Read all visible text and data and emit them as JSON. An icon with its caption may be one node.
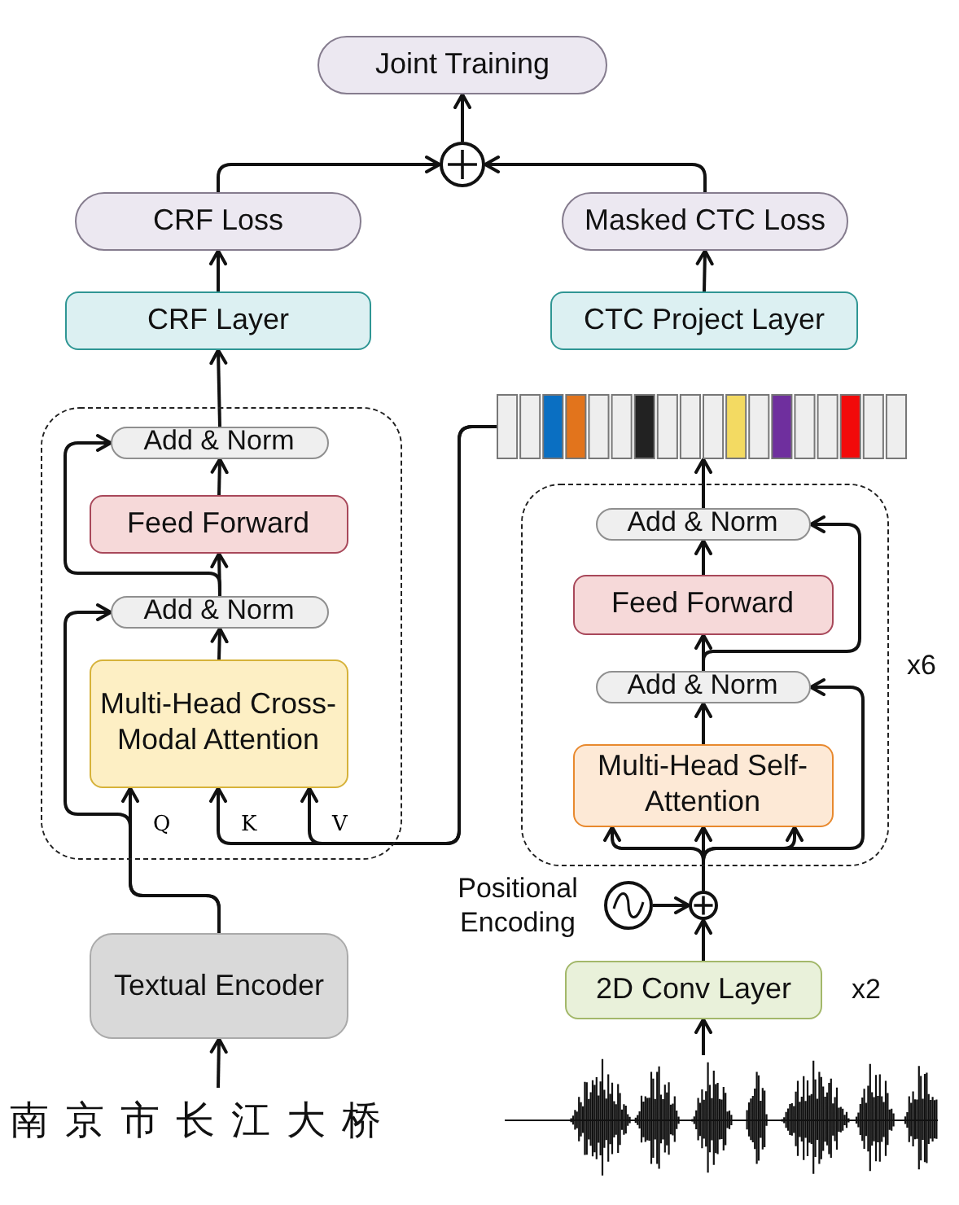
{
  "diagram": {
    "nodes": [
      {
        "text": [
          "Joint Training"
        ]
      },
      {
        "text": [],
        "shape": "circle"
      },
      {
        "text": [
          "CRF Loss"
        ]
      },
      {
        "text": [
          "Masked CTC Loss"
        ]
      },
      {
        "text": [
          "CRF Layer"
        ]
      },
      {
        "text": [
          "CTC Project Layer"
        ]
      },
      {
        "text": [],
        "shape": "box"
      },
      {
        "text": [
          "Add & Norm"
        ],
        "in": 6
      },
      {
        "text": [
          "Feed Forward"
        ],
        "in": 6
      },
      {
        "text": [
          "Add & Norm"
        ],
        "in": 6
      },
      {
        "text": [
          "Multi-Head Cross-Modal Attention"
        ],
        "in": 6
      },
      {
        "text": [],
        "shape": "bar"
      },
      {
        "text": [],
        "shape": "box",
        "beside": [
          "x6"
        ]
      },
      {
        "text": [
          "Add & Norm"
        ],
        "in": 12
      },
      {
        "text": [
          "Feed Forward"
        ],
        "in": 12
      },
      {
        "text": [
          "Add & Norm"
        ],
        "in": 12
      },
      {
        "text": [
          "Multi-Head Self-Attention"
        ],
        "in": 12
      },
      {
        "text": [],
        "shape": "circle",
        "beside": [
          "Positional Encoding"
        ]
      },
      {
        "text": [],
        "shape": "circle"
      },
      {
        "text": [
          "2D Conv Layer"
        ],
        "beside": [
          "x2"
        ]
      },
      {
        "text": [],
        "shape": "picture"
      },
      {
        "text": [
          "Textual Encoder"
        ]
      },
      {
        "text": [
          "南京市长江大桥"
        ]
      }
    ],
    "edges": [
      {
        "from": 1,
        "to": 0,
        "arrow": "to"
      },
      {
        "from": 2,
        "to": 1,
        "arrow": "to"
      },
      {
        "from": 3,
        "to": 1,
        "arrow": "to"
      },
      {
        "from": 4,
        "to": 2,
        "arrow": "to"
      },
      {
        "from": 5,
        "to": 3,
        "arrow": "to"
      },
      {
        "from": 7,
        "to": 4,
        "arrow": "to"
      },
      {
        "from": 9,
        "to": 8,
        "arrow": "to"
      },
      {
        "from": 8,
        "to": 7,
        "arrow": "to"
      },
      {
        "from": 9,
        "to": 7,
        "arrow": "to"
      },
      {
        "from": 10,
        "to": 9,
        "arrow": "to"
      },
      {
        "from": 21,
        "to": 10,
        "arrow": "to",
        "label": "Q"
      },
      {
        "from": 21,
        "to": 9,
        "arrow": "to"
      },
      {
        "from": 11,
        "to": 10,
        "arrow": "to",
        "label": "K"
      },
      {
        "from": 11,
        "to": 10,
        "arrow": "to",
        "label": "V"
      },
      {
        "from": 13,
        "to": 11,
        "arrow": "to"
      },
      {
        "from": 15,
        "to": 14,
        "arrow": "to"
      },
      {
        "from": 14,
        "to": 13,
        "arrow": "to"
      },
      {
        "from": 15,
        "to": 13,
        "arrow": "to"
      },
      {
        "from": 16,
        "to": 15,
        "arrow": "to"
      },
      {
        "from": 18,
        "to": 16,
        "arrow": "to"
      },
      {
        "from": 18,
        "to": 16,
        "arrow": "to"
      },
      {
        "from": 18,
        "to": 16,
        "arrow": "to"
      },
      {
        "from": 18,
        "to": 15,
        "arrow": "to"
      },
      {
        "from": 17,
        "to": 18,
        "arrow": "to"
      },
      {
        "from": 19,
        "to": 18,
        "arrow": "to"
      },
      {
        "from": 20,
        "to": 19,
        "arrow": "to"
      },
      {
        "from": 22,
        "to": 21,
        "arrow": "to"
      }
    ]
  }
}
